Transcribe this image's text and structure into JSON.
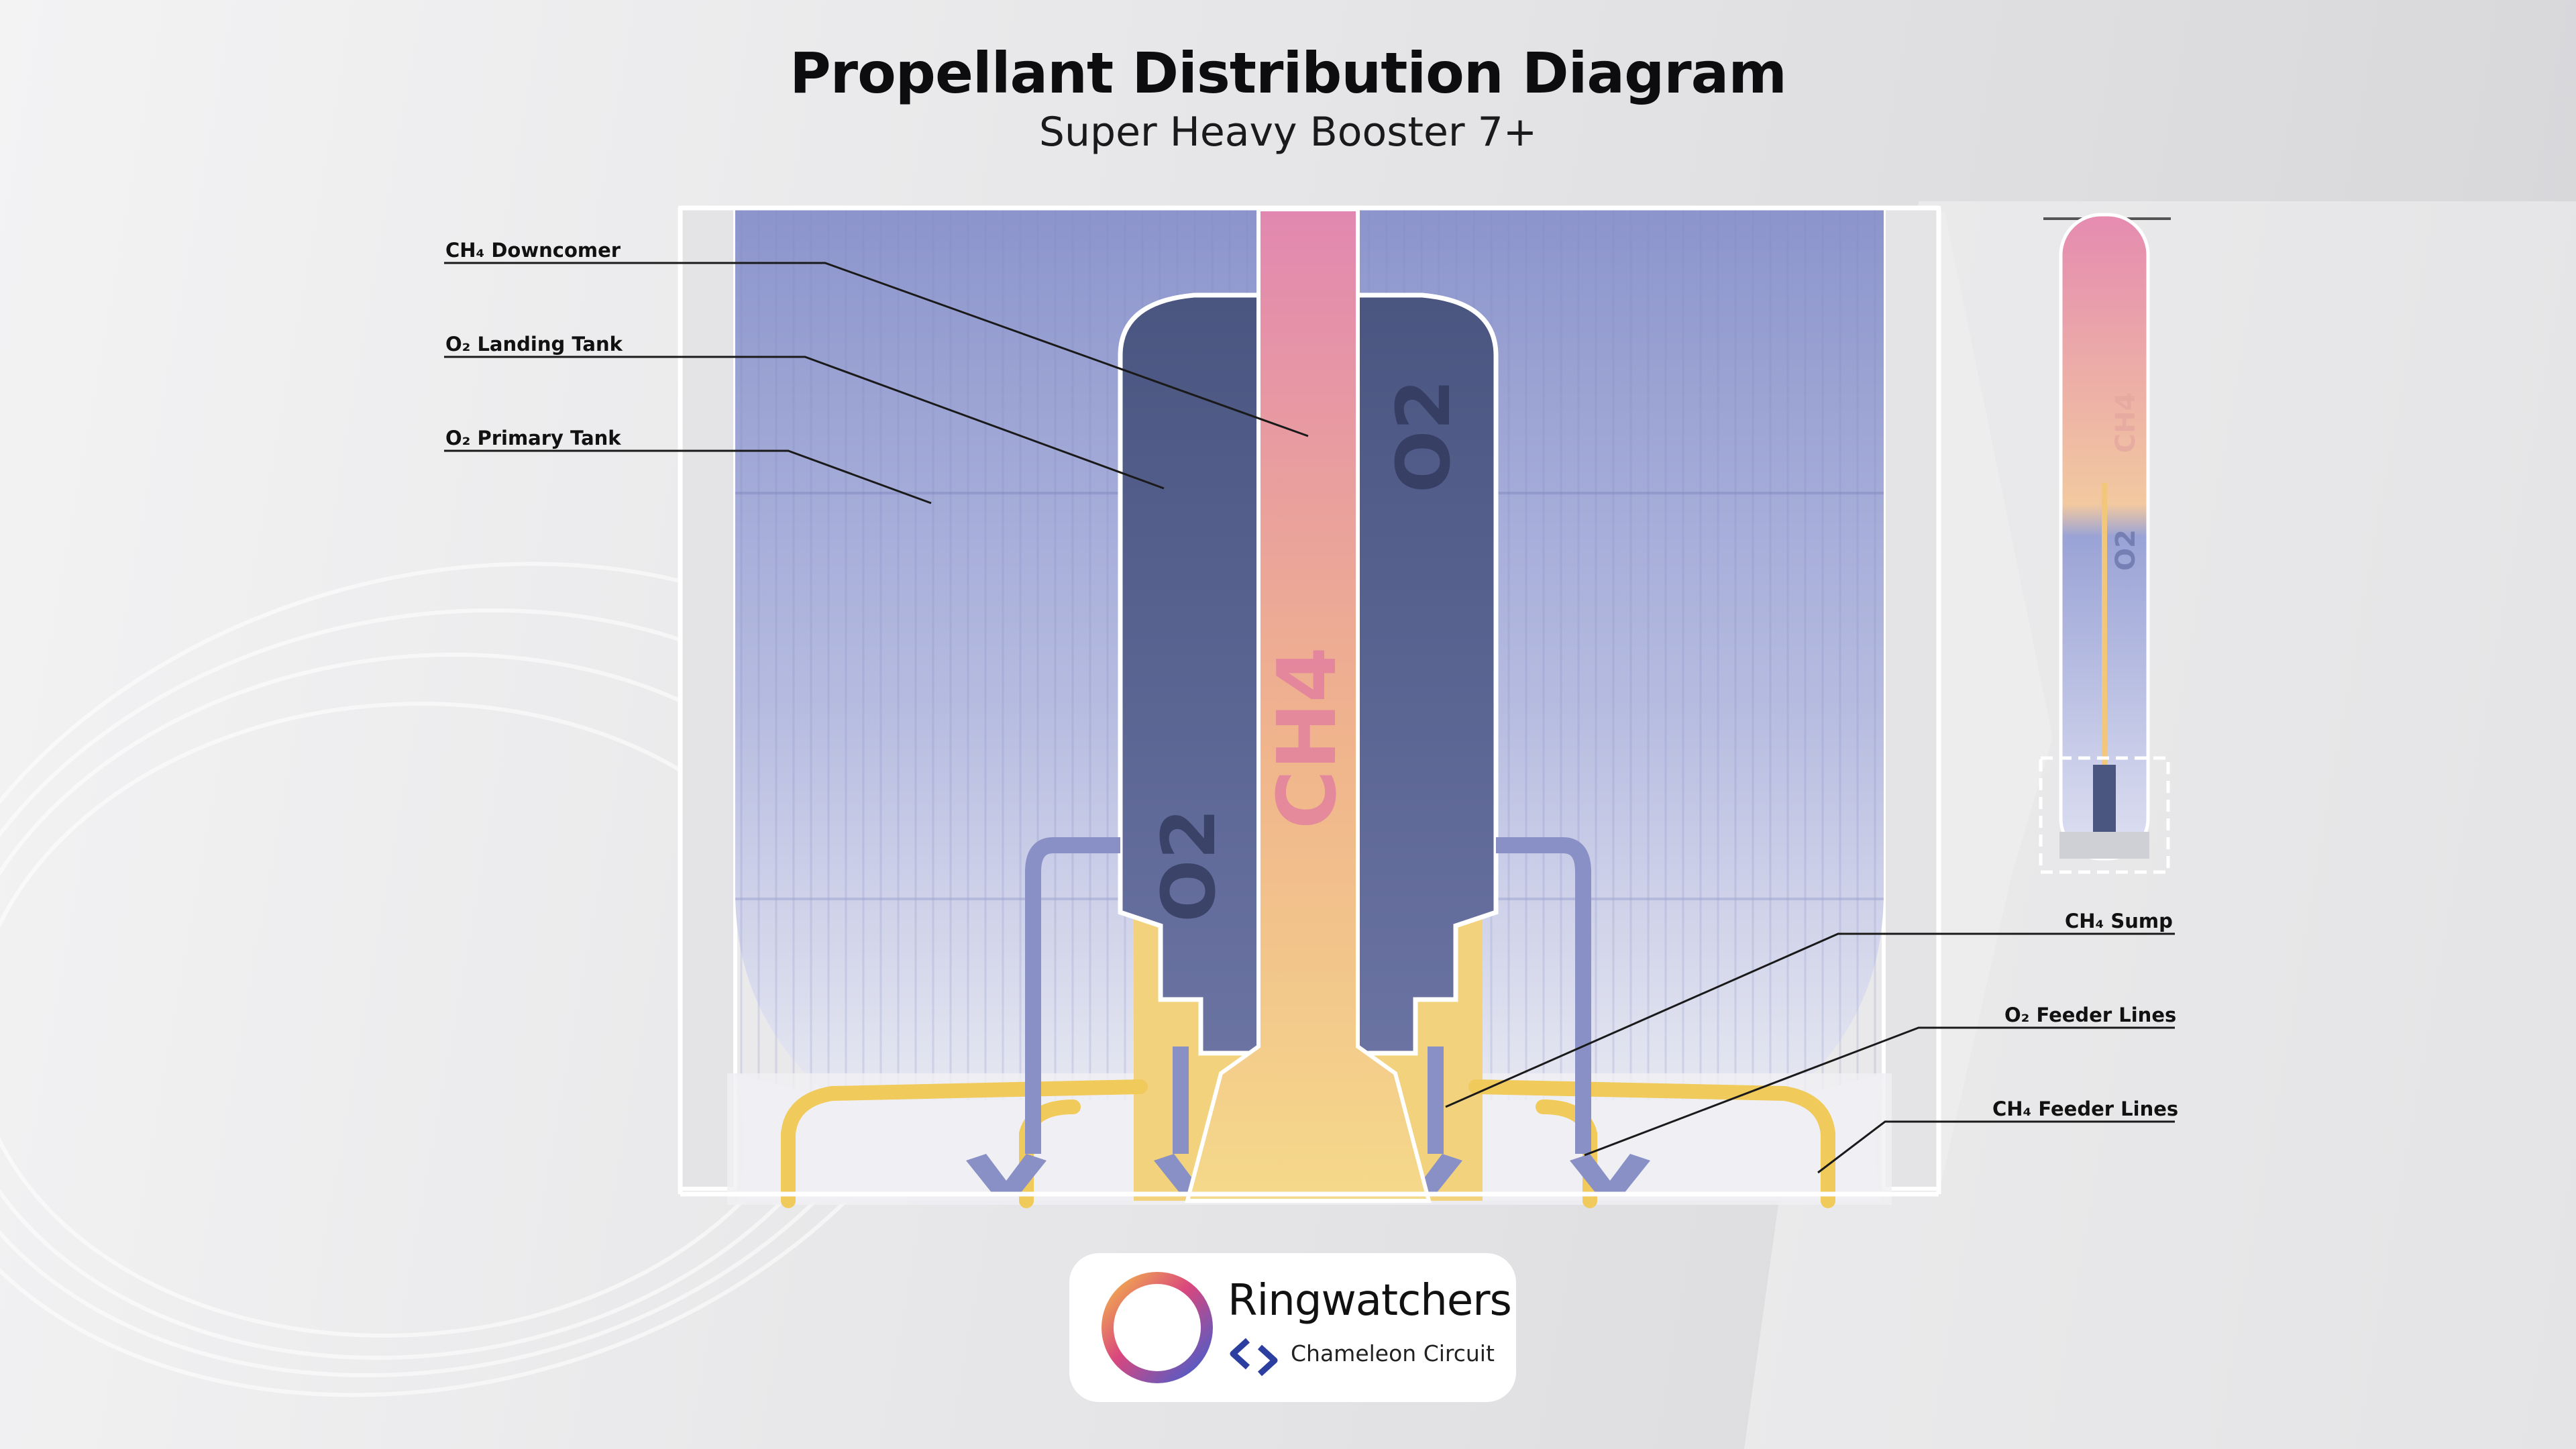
{
  "header": {
    "title": "Propellant Distribution Diagram",
    "subtitle": "Super Heavy Booster 7+"
  },
  "labels": {
    "ch4_downcomer": "CH₄ Downcomer",
    "o2_landing_tank": "O₂ Landing Tank",
    "o2_primary_tank": "O₂ Primary Tank",
    "ch4_sump": "CH₄ Sump",
    "o2_feeder_lines": "O₂ Feeder Lines",
    "ch4_feeder_lines": "CH₄ Feeder Lines"
  },
  "tank_marks": {
    "ch4_center": "CH4",
    "o2_upper": "O2",
    "o2_lower": "O2",
    "inset_ch4": "CH4",
    "inset_o2": "O2"
  },
  "logo": {
    "brand": "Ringwatchers",
    "sub_brand": "Chameleon Circuit",
    "ring_icon": "ring-logo-icon",
    "sub_brand_icon": "chameleon-arrows-icon"
  },
  "colors": {
    "methane_pink": "#e48bb0",
    "methane_yellow": "#f4d27a",
    "oxygen_blue": "#8e98cf",
    "oxygen_dark": "#4f5a86",
    "feeder_yellow": "#f0c95a"
  }
}
